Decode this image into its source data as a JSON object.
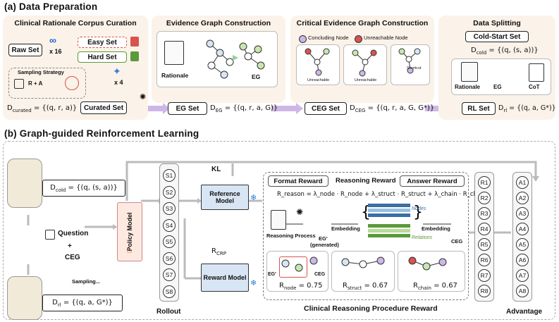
{
  "section_a": {
    "title": "(a) Data Preparation"
  },
  "section_b": {
    "title": "(b) Graph-guided Reinforcement Learning"
  },
  "panel1": {
    "title": "Clinical Rationale Corpus Curation",
    "raw_set": "Raw Set",
    "x16": "x 16",
    "easy_set": "Easy Set",
    "hard_set": "Hard Set",
    "x4": "x 4",
    "sampling_strategy": "Sampling Strategy",
    "sampling_formula": "R + A",
    "curated_set": "Curated Set",
    "d_curated": "D",
    "d_curated_sub": "curated",
    "d_curated_eq": " = {(q, r, a)}"
  },
  "panel2": {
    "title": "Evidence Graph Construction",
    "rationale": "Rationale",
    "eg": "EG",
    "eg_set": "EG Set",
    "d_eg": "D",
    "d_eg_sub": "EG",
    "d_eg_eq": " = {(q, r, a, G)}"
  },
  "panel3": {
    "title": "Critical Evidence Graph Construction",
    "concluding": "Concluding Node",
    "unreachable": "Unreachable Node",
    "unreachable1": "Unreachable",
    "unreachable2": "Unreachable",
    "shortcut": "Shortcut",
    "ceg_set": "CEG Set",
    "d_ceg": "D",
    "d_ceg_sub": "CEG",
    "d_ceg_eq": " = {(q, r, a, G, G*)}"
  },
  "panel4": {
    "title": "Data Splitting",
    "cold_start": "Cold-Start Set",
    "d_cold": "D",
    "d_cold_sub": "cold",
    "d_cold_eq": " = {(q, (s, a))}",
    "rationale": "Rationale",
    "eg": "EG",
    "cot": "CoT",
    "rl_set": "RL Set",
    "d_rl": "D",
    "d_rl_sub": "rl",
    "d_rl_eq": " = {(q, a, G*)}"
  },
  "rl": {
    "d_cold_label": "D",
    "d_cold_sub": "cold",
    "d_cold_eq": " = {(q, (s, a))}",
    "question": "Question",
    "plus": "+",
    "ceg": "CEG",
    "sampling": "Sampling...",
    "d_rl_label": "D",
    "d_rl_sub": "rl",
    "d_rl_eq": " = {(q, a, G*)}",
    "policy_model": "Policy Model",
    "kl": "KL",
    "reference_model": "Reference Model",
    "reward_model": "Reward Model",
    "r_crp": "R",
    "r_crp_sub": "CRP",
    "rollout": "Rollout",
    "rollout_items": [
      "S1",
      "S2",
      "S3",
      "S4",
      "S5",
      "S6",
      "S7",
      "S8"
    ],
    "reward_items": [
      "R1",
      "R2",
      "R3",
      "R4",
      "R5",
      "R6",
      "R7",
      "R8"
    ],
    "advantage_items": [
      "A1",
      "A2",
      "A3",
      "A4",
      "A5",
      "A6",
      "A7",
      "A8"
    ],
    "advantage": "Advantage"
  },
  "crp": {
    "format_reward": "Format Reward",
    "reasoning_reward": "Reasoning Reward",
    "answer_reward": "Answer Reward",
    "reason_formula": "R_reason = λ_node · R_node + λ_struct · R_struct + λ_chain · R_chain",
    "reasoning_process": "Reasoning Process",
    "eg_generated": "EG'",
    "generated": "(generated)",
    "embedding_left": "Embedding",
    "embedding_right": "Embedding",
    "nodes": "Nodes",
    "relations": "Relations",
    "ceg": "CEG",
    "eg_prime": "EG'",
    "ceg2": "CEG",
    "r_node": "R",
    "r_node_sub": "node",
    "r_node_val": " = 0.75",
    "r_struct": "R",
    "r_struct_sub": "struct",
    "r_struct_val": " = 0.67",
    "r_chain": "R",
    "r_chain_sub": "chain",
    "r_chain_val": " = 0.67",
    "title": "Clinical Reasoning Procedure Reward"
  },
  "colors": {
    "panel_bg": "#fbf2e9",
    "flow_purple": "#cdb7e6",
    "model_blue": "#d8e5f4",
    "policy_pink": "#fde9e0",
    "easy_red": "#d9534f",
    "hard_green": "#5a9a3a"
  }
}
